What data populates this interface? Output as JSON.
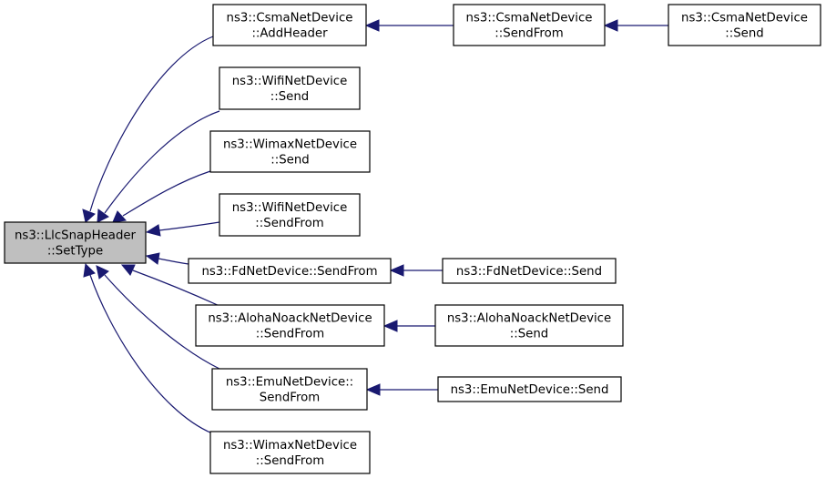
{
  "colors": {
    "edge": "#191970",
    "node_fill": "#ffffff",
    "root_fill": "#bfbfbf",
    "border": "#000000"
  },
  "nodes": [
    {
      "id": "settype",
      "lines": [
        "ns3::LlcSnapHeader",
        "::SetType"
      ],
      "root": true
    },
    {
      "id": "csma_addheader",
      "lines": [
        "ns3::CsmaNetDevice",
        "::AddHeader"
      ]
    },
    {
      "id": "csma_sendfrom",
      "lines": [
        "ns3::CsmaNetDevice",
        "::SendFrom"
      ]
    },
    {
      "id": "csma_send",
      "lines": [
        "ns3::CsmaNetDevice",
        "::Send"
      ]
    },
    {
      "id": "wifi_send",
      "lines": [
        "ns3::WifiNetDevice",
        "::Send"
      ]
    },
    {
      "id": "wimax_send",
      "lines": [
        "ns3::WimaxNetDevice",
        "::Send"
      ]
    },
    {
      "id": "wifi_sendfrom",
      "lines": [
        "ns3::WifiNetDevice",
        "::SendFrom"
      ]
    },
    {
      "id": "fd_sendfrom",
      "lines": [
        "ns3::FdNetDevice::SendFrom"
      ]
    },
    {
      "id": "fd_send",
      "lines": [
        "ns3::FdNetDevice::Send"
      ]
    },
    {
      "id": "aloha_sendfrom",
      "lines": [
        "ns3::AlohaNoackNetDevice",
        "::SendFrom"
      ]
    },
    {
      "id": "aloha_send",
      "lines": [
        "ns3::AlohaNoackNetDevice",
        "::Send"
      ]
    },
    {
      "id": "emu_sendfrom",
      "lines": [
        "ns3::EmuNetDevice::",
        "SendFrom"
      ]
    },
    {
      "id": "emu_send",
      "lines": [
        "ns3::EmuNetDevice::Send"
      ]
    },
    {
      "id": "wimax_sendfrom",
      "lines": [
        "ns3::WimaxNetDevice",
        "::SendFrom"
      ]
    }
  ],
  "edges": [
    {
      "from": "csma_addheader",
      "to": "settype"
    },
    {
      "from": "wifi_send",
      "to": "settype"
    },
    {
      "from": "wimax_send",
      "to": "settype"
    },
    {
      "from": "wifi_sendfrom",
      "to": "settype"
    },
    {
      "from": "fd_sendfrom",
      "to": "settype"
    },
    {
      "from": "aloha_sendfrom",
      "to": "settype"
    },
    {
      "from": "emu_sendfrom",
      "to": "settype"
    },
    {
      "from": "wimax_sendfrom",
      "to": "settype"
    },
    {
      "from": "csma_sendfrom",
      "to": "csma_addheader"
    },
    {
      "from": "csma_send",
      "to": "csma_sendfrom"
    },
    {
      "from": "fd_send",
      "to": "fd_sendfrom"
    },
    {
      "from": "aloha_send",
      "to": "aloha_sendfrom"
    },
    {
      "from": "emu_send",
      "to": "emu_sendfrom"
    }
  ]
}
